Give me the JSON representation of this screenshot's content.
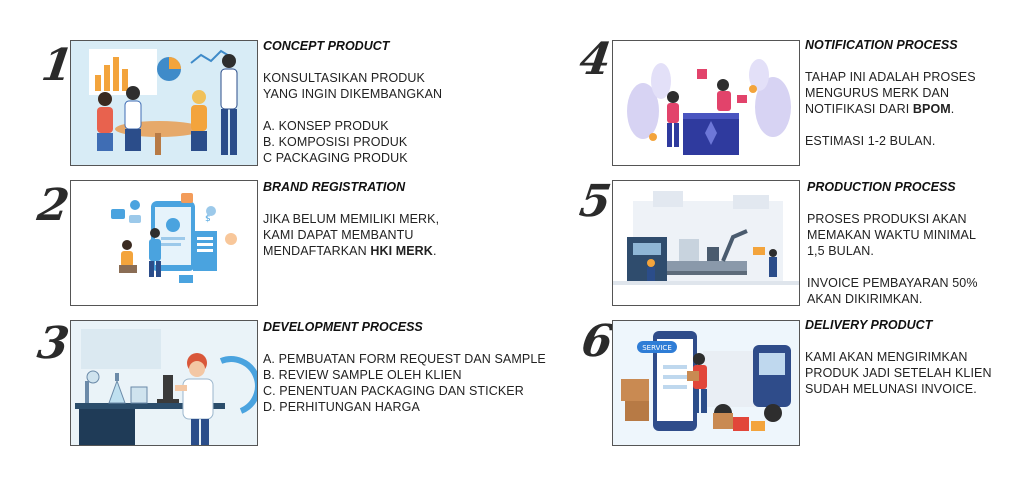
{
  "steps": [
    {
      "number": "1",
      "title": "CONCEPT PRODUCT",
      "intro": [
        "KONSULTASIKAN PRODUK",
        "YANG INGIN DIKEMBANGKAN"
      ],
      "items": [
        "A. KONSEP PRODUK",
        "B. KOMPOSISI PRODUK",
        "C PACKAGING PRODUK"
      ],
      "image_icon": "team-meeting-illustration"
    },
    {
      "number": "2",
      "title": "BRAND REGISTRATION",
      "intro": [
        "JIKA BELUM MEMILIKI MERK,",
        "KAMI DAPAT MEMBANTU"
      ],
      "intro_last_prefix": "MENDAFTARKAN ",
      "intro_last_bold": "HKI MERK",
      "intro_last_suffix": ".",
      "image_icon": "brand-registration-illustration"
    },
    {
      "number": "3",
      "title": "DEVELOPMENT PROCESS",
      "items": [
        "A. PEMBUATAN FORM REQUEST DAN SAMPLE",
        "B. REVIEW SAMPLE OLEH KLIEN",
        "C. PENENTUAN PACKAGING DAN STICKER",
        "D. PERHITUNGAN HARGA"
      ],
      "image_icon": "laboratory-scientist-illustration"
    },
    {
      "number": "4",
      "title": "NOTIFICATION PROCESS",
      "intro": [
        "TAHAP INI ADALAH PROSES",
        "MENGURUS MERK DAN"
      ],
      "intro_last_prefix": "NOTIFIKASI DARI ",
      "intro_last_bold": "BPOM",
      "intro_last_suffix": ".",
      "note": "ESTIMASI 1-2 BULAN.",
      "image_icon": "notification-illustration"
    },
    {
      "number": "5",
      "title": "PRODUCTION PROCESS",
      "intro": [
        "PROSES PRODUKSI AKAN",
        "MEMAKAN WAKTU MINIMAL",
        "1,5 BULAN."
      ],
      "items": [
        "INVOICE PEMBAYARAN 50%",
        "AKAN DIKIRIMKAN."
      ],
      "image_icon": "factory-production-illustration"
    },
    {
      "number": "6",
      "title": "DELIVERY PRODUCT",
      "intro": [
        "KAMI AKAN MENGIRIMKAN",
        "PRODUK JADI SETELAH KLIEN",
        "SUDAH MELUNASI INVOICE."
      ],
      "badge": "SERVICE",
      "image_icon": "delivery-truck-illustration"
    }
  ]
}
